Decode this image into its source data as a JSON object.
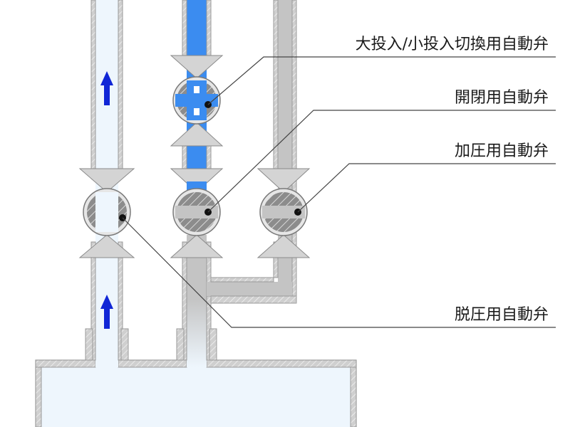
{
  "labels": {
    "large_small_switch_valve": "大投入/小投入切換用自動弁",
    "open_close_valve": "開閉用自動弁",
    "pressurize_valve": "加圧用自動弁",
    "depressurize_valve": "脱圧用自動弁"
  },
  "colors": {
    "flow_blue": "#3b8cf0",
    "arrow_blue": "#1026d6",
    "pipe_fill_light": "#eef6fd",
    "pipe_fill_gray": "#c4c4c4",
    "wall_gray": "#bcbcbc",
    "valve_body": "#d4d4d4",
    "valve_hatch": "#8a8a8a",
    "line": "#555555"
  }
}
